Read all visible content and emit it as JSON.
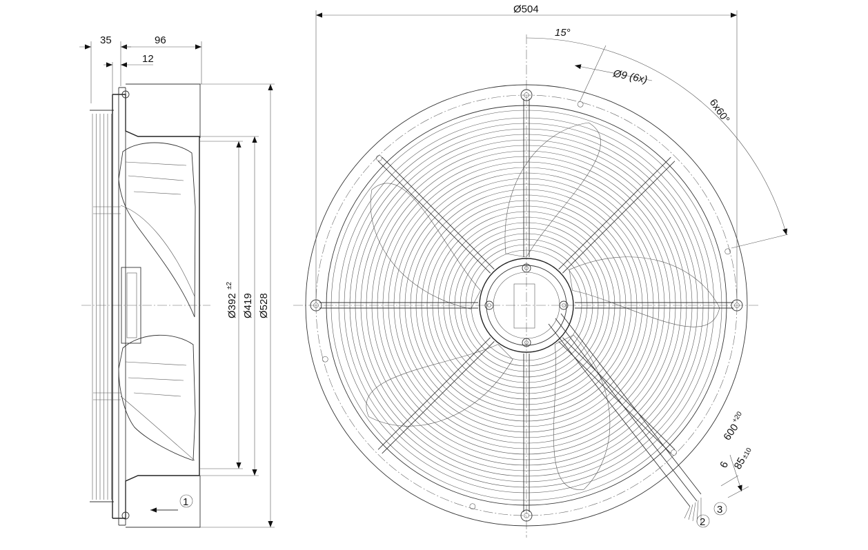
{
  "dimensions": {
    "side_width_35": "35",
    "side_width_96": "96",
    "side_width_12": "12",
    "dia_392": "Ø392",
    "dia_392_tol": "±2",
    "dia_419": "Ø419",
    "dia_528": "Ø528",
    "dia_504": "Ø504",
    "angle_15": "15°",
    "holes": "Ø9 (6x)",
    "angle_6x60": "6x60°",
    "cable_600": "600",
    "cable_600_tol": "+20",
    "cable_85": "85",
    "cable_85_tol": "±10",
    "cable_6": "6"
  },
  "callouts": {
    "c1": "1",
    "c2": "2",
    "c3": "3"
  }
}
